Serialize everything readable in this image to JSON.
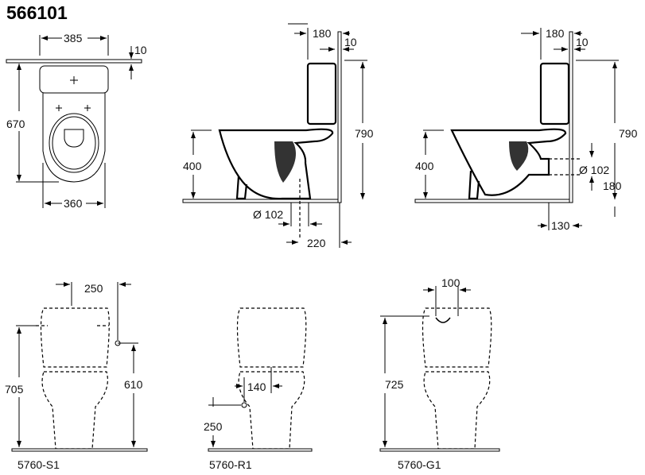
{
  "title": "566101",
  "top_view": {
    "width_top": "385",
    "wall_gap": "10",
    "depth": "670",
    "width_bottom": "360"
  },
  "side_view_1": {
    "tank_depth": "180",
    "wall_gap": "10",
    "height": "790",
    "seat_height": "400",
    "outlet_diameter": "Ø 102",
    "outlet_distance": "220"
  },
  "side_view_2": {
    "tank_depth": "180",
    "wall_gap": "10",
    "height": "790",
    "seat_height": "400",
    "outlet_diameter": "Ø 102",
    "outlet_height": "180",
    "outlet_distance": "130"
  },
  "front_views": [
    {
      "model": "5760-S1",
      "width": "250",
      "height": "705",
      "inlet_height": "610"
    },
    {
      "model": "5760-R1",
      "offset": "140",
      "inlet_height": "250"
    },
    {
      "model": "5760-G1",
      "width": "100",
      "height": "725"
    }
  ]
}
